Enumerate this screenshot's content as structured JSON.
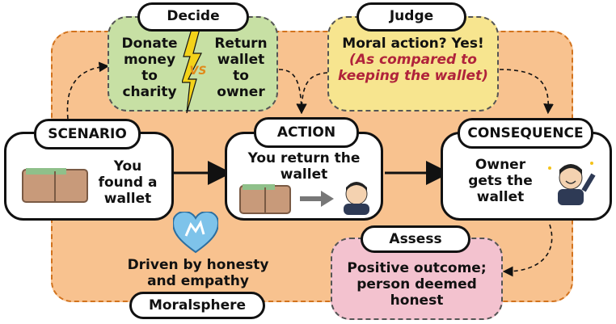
{
  "colors": {
    "sphere_fill": "#f8c28f",
    "decide_fill": "#c7e0a4",
    "judge_fill": "#f7e58f",
    "assess_fill": "#f3c2cf",
    "highlight_text": "#b0233b"
  },
  "scenario": {
    "tab": "SCENARIO",
    "text_lines": [
      "You",
      "found a",
      "wallet"
    ]
  },
  "action": {
    "tab": "ACTION",
    "text_lines": [
      "You return the",
      "wallet"
    ]
  },
  "consequence": {
    "tab": "CONSEQUENCE",
    "text_lines": [
      "Owner",
      "gets the",
      "wallet"
    ]
  },
  "decide": {
    "tab": "Decide",
    "option_a": [
      "Donate",
      "money",
      "to",
      "charity"
    ],
    "versus": "VS",
    "option_b": [
      "Return",
      "wallet",
      "to",
      "owner"
    ]
  },
  "judge": {
    "tab": "Judge",
    "line1": "Moral action? Yes!",
    "line2": "(As compared to",
    "line3": "keeping the wallet)"
  },
  "assess": {
    "tab": "Assess",
    "text_lines": [
      "Positive outcome;",
      "person deemed",
      "honest"
    ]
  },
  "driver": {
    "text_lines": [
      "Driven by honesty",
      "and empathy"
    ]
  },
  "sphere_label": "Moralsphere",
  "icons": [
    "wallet-icon",
    "right-arrow-icon",
    "worried-person-icon",
    "happy-person-icon",
    "heart-hand-icon",
    "lightning-icon"
  ]
}
